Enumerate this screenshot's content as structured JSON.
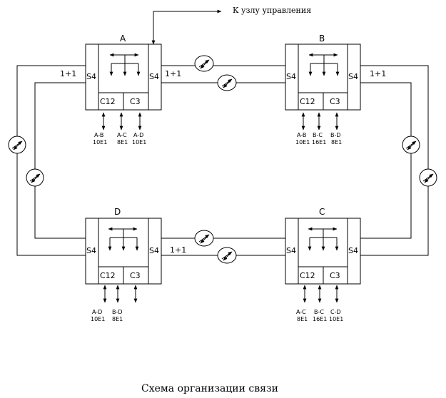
{
  "control": {
    "label": "К узлу управления"
  },
  "caption": "Схема организации связи",
  "ports": {
    "aggregate": "S4",
    "c12": "C12",
    "c3": "C3"
  },
  "protection": "1+1",
  "nodes": {
    "A": {
      "name": "A",
      "links": [
        {
          "name": "A-B",
          "load": "10E1"
        },
        {
          "name": "A-C",
          "load": "8E1"
        },
        {
          "name": "A-D",
          "load": "10E1"
        }
      ]
    },
    "B": {
      "name": "B",
      "links": [
        {
          "name": "A-B",
          "load": "10E1"
        },
        {
          "name": "B-C",
          "load": "16E1"
        },
        {
          "name": "B-D",
          "load": "8E1"
        }
      ]
    },
    "C": {
      "name": "C",
      "links": [
        {
          "name": "A-C",
          "load": "8E1"
        },
        {
          "name": "B-C",
          "load": "16E1"
        },
        {
          "name": "C-D",
          "load": "10E1"
        }
      ]
    },
    "D": {
      "name": "D",
      "links": [
        {
          "name": "A-D",
          "load": "10E1"
        },
        {
          "name": "B-D",
          "load": "8E1"
        }
      ]
    }
  }
}
